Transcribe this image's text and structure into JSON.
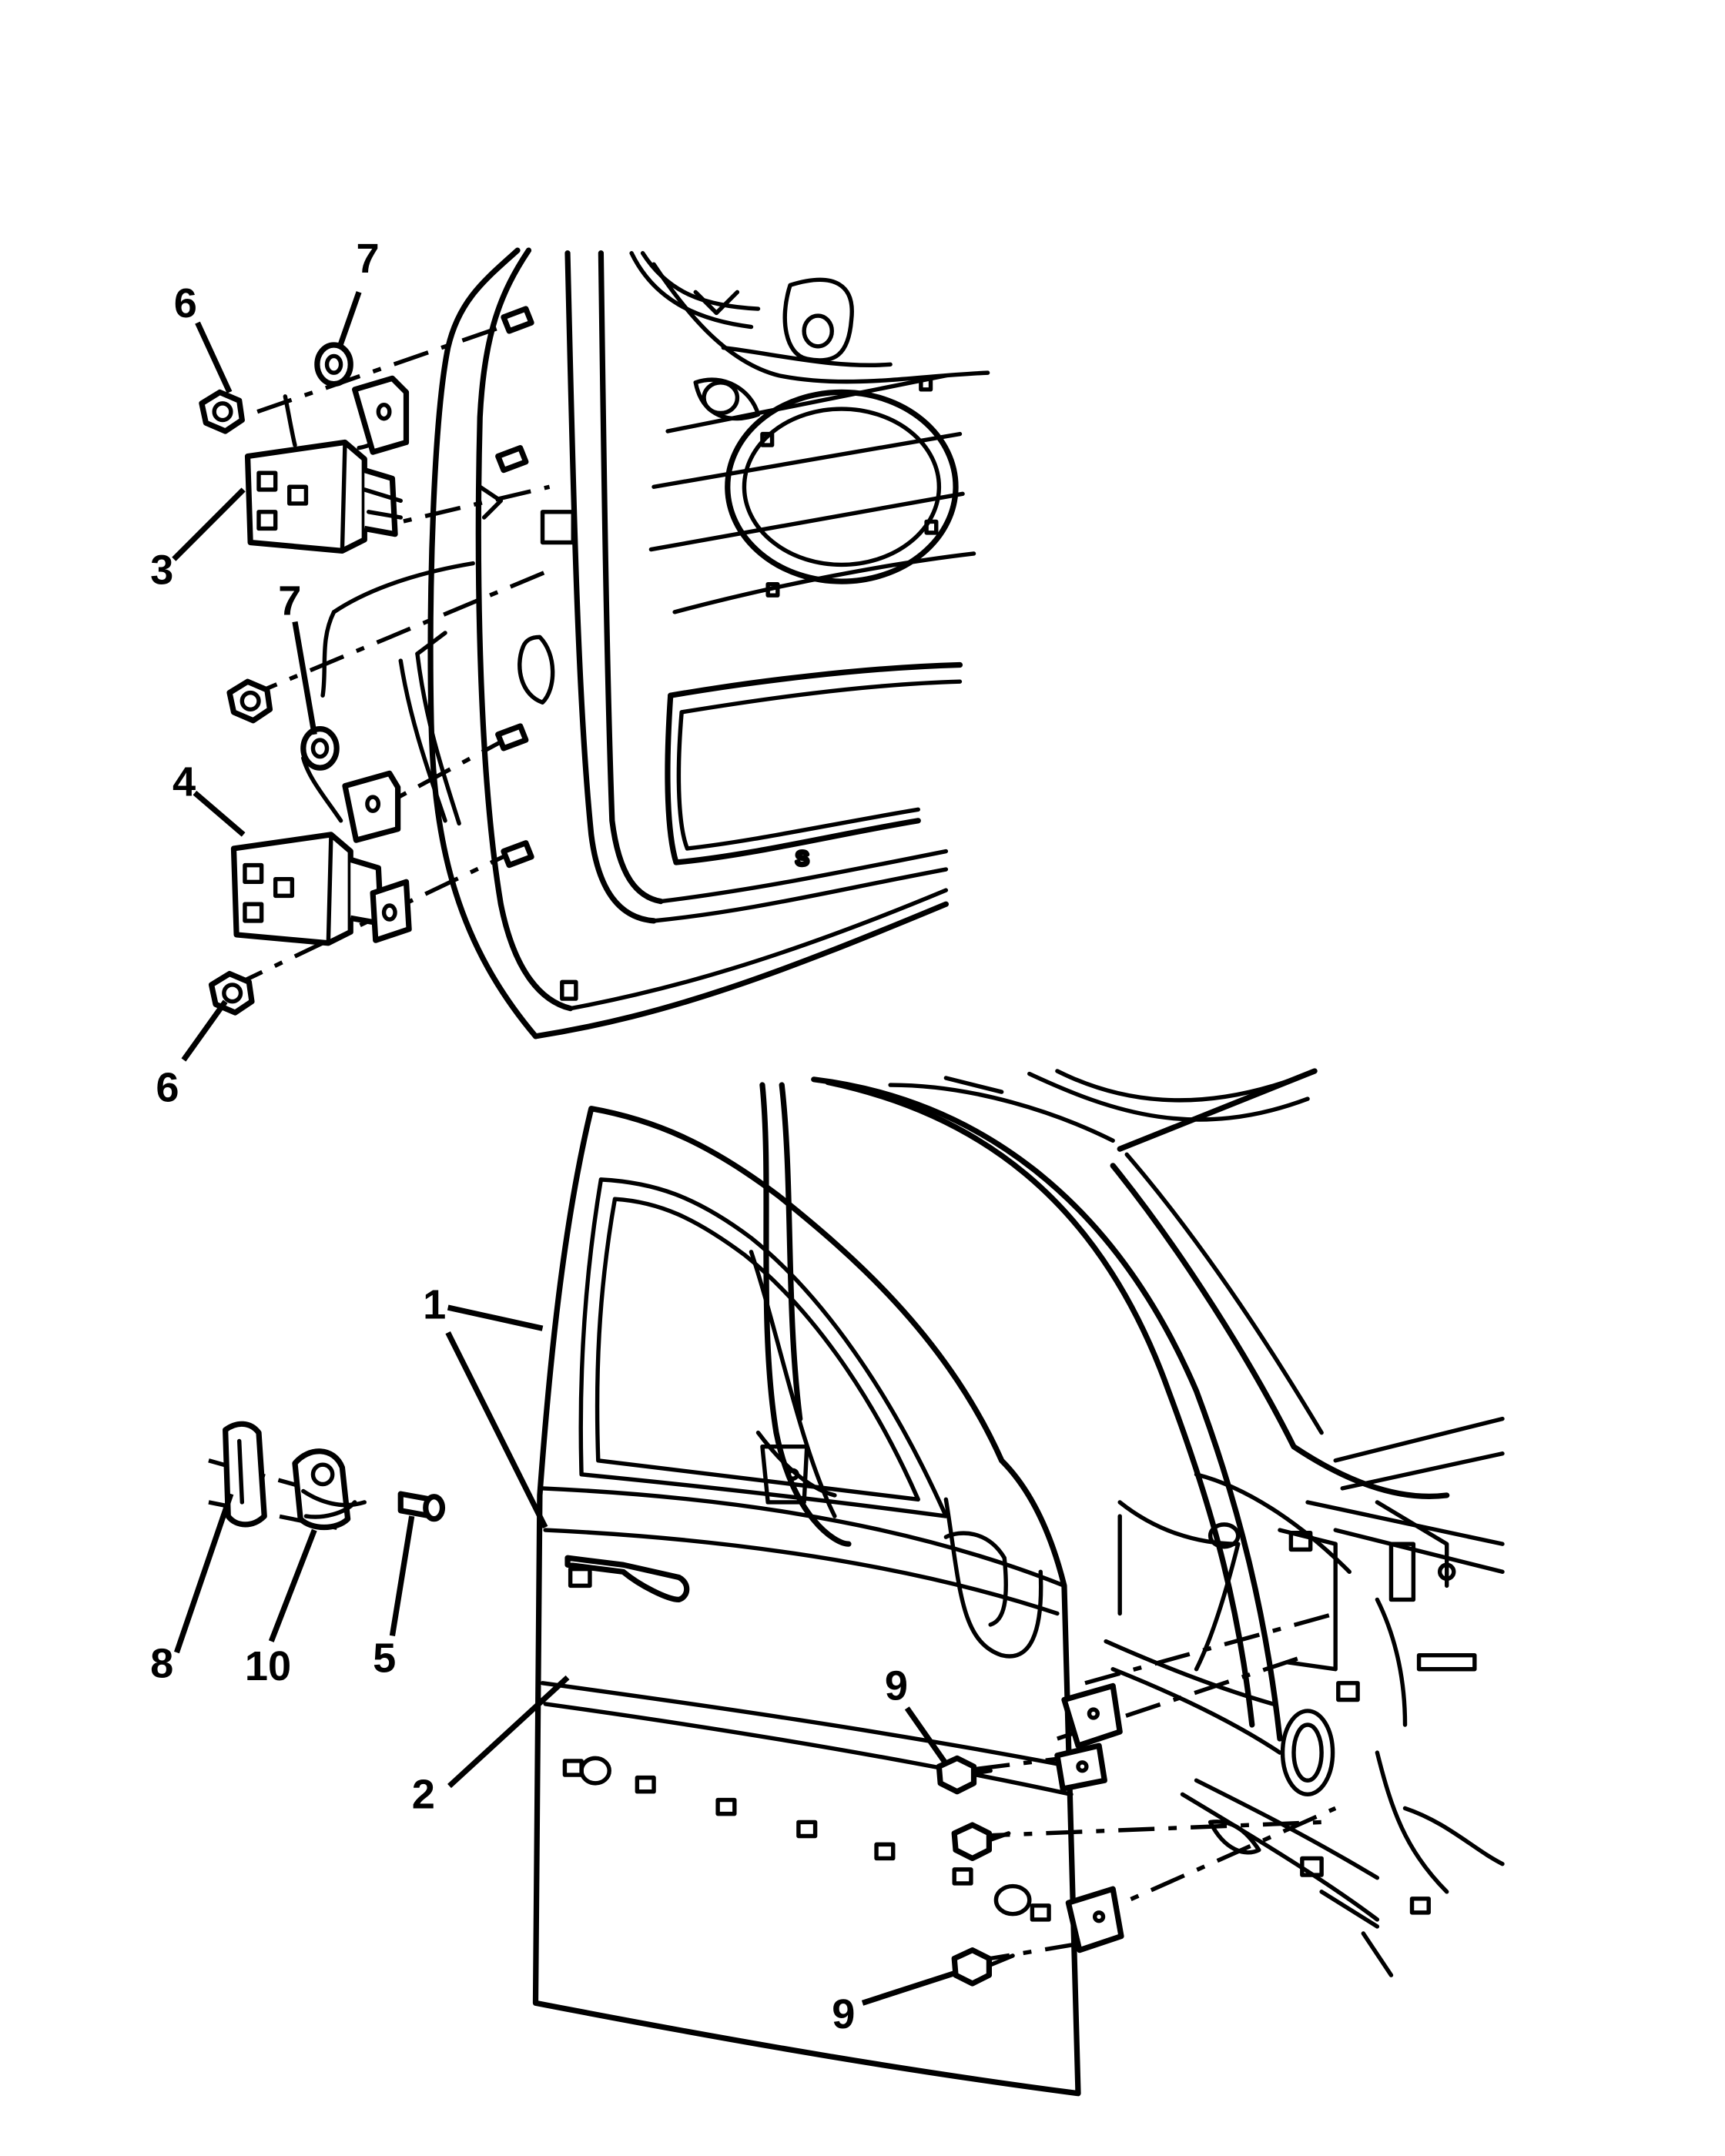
{
  "callouts": [
    {
      "id": "c1",
      "text": "1"
    },
    {
      "id": "c2",
      "text": "2"
    },
    {
      "id": "c3",
      "text": "3"
    },
    {
      "id": "c4",
      "text": "4"
    },
    {
      "id": "c5",
      "text": "5"
    },
    {
      "id": "c6a",
      "text": "6"
    },
    {
      "id": "c6b",
      "text": "6"
    },
    {
      "id": "c7a",
      "text": "7"
    },
    {
      "id": "c7b",
      "text": "7"
    },
    {
      "id": "c8",
      "text": "8"
    },
    {
      "id": "c9a",
      "text": "9"
    },
    {
      "id": "c9b",
      "text": "9"
    },
    {
      "id": "c10",
      "text": "10"
    }
  ],
  "panel_mark": "S"
}
